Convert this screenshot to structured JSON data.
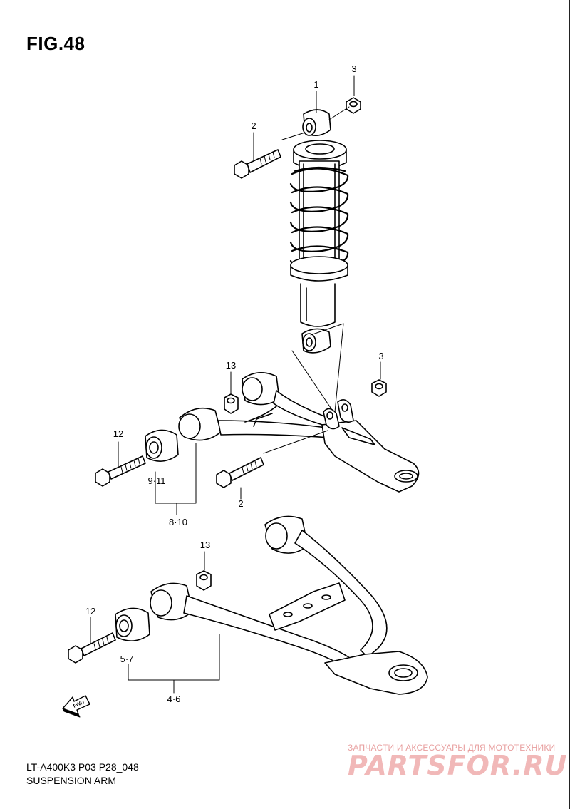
{
  "figure": {
    "title": "FIG.48"
  },
  "callouts": {
    "c1": "1",
    "c3_top": "3",
    "c2_top": "2",
    "c13_upper": "13",
    "c3_mid": "3",
    "c12_upper": "12",
    "c9_11": "9·11",
    "c2_mid": "2",
    "c8_10": "8·10",
    "c13_lower": "13",
    "c12_lower": "12",
    "c5_7": "5·7",
    "c4_6": "4·6"
  },
  "fwd_label": "FWD",
  "footer": {
    "code": "LT-A400K3 P03 P28_048",
    "name": "SUSPENSION ARM"
  },
  "watermark": {
    "subtitle": "ЗАПЧАСТИ И АКСЕССУАРЫ ДЛЯ МОТОТЕХНИКИ",
    "logo": "PARTSFOR.RU"
  }
}
